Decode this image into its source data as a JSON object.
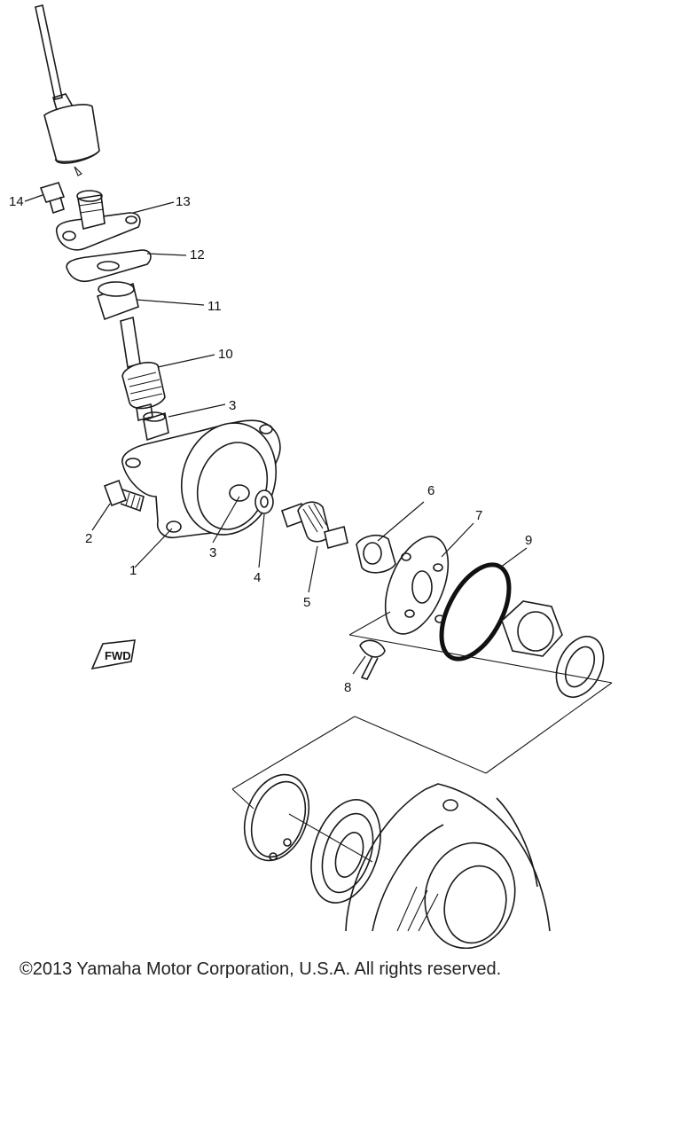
{
  "callouts": {
    "c1": "1",
    "c2": "2",
    "c3a": "3",
    "c3b": "3",
    "c4": "4",
    "c5": "5",
    "c6": "6",
    "c7": "7",
    "c8": "8",
    "c9": "9",
    "c10": "10",
    "c11": "11",
    "c12": "12",
    "c13": "13",
    "c14": "14"
  },
  "fwd_label": "FWD",
  "copyright": "©2013 Yamaha Motor Corporation, U.S.A. All rights reserved."
}
